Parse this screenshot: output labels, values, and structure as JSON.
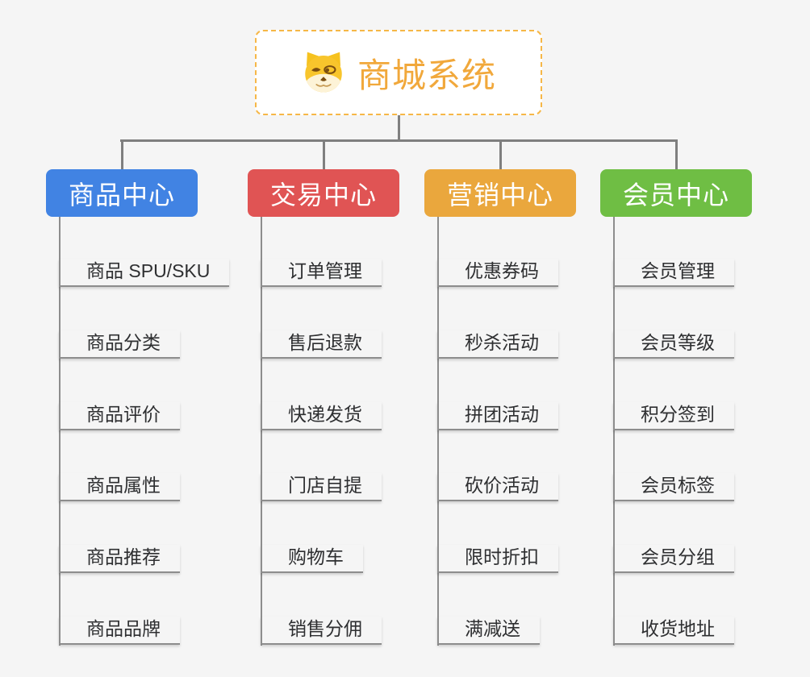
{
  "root": {
    "title": "商城系统",
    "icon": "doge-icon",
    "title_color": "#f1a83b",
    "border_color": "#f6b747"
  },
  "colors": {
    "background": "#f5f5f5",
    "connector": "#7f7f7f",
    "item_line": "#8d8d8d",
    "item_text": "#2e2f31"
  },
  "branches": [
    {
      "label": "商品中心",
      "color": "#4183e3",
      "items": [
        "商品 SPU/SKU",
        "商品分类",
        "商品评价",
        "商品属性",
        "商品推荐",
        "商品品牌"
      ]
    },
    {
      "label": "交易中心",
      "color": "#e05454",
      "items": [
        "订单管理",
        "售后退款",
        "快递发货",
        "门店自提",
        "购物车",
        "销售分佣"
      ]
    },
    {
      "label": "营销中心",
      "color": "#eaa73d",
      "items": [
        "优惠券码",
        "秒杀活动",
        "拼团活动",
        "砍价活动",
        "限时折扣",
        "满减送"
      ]
    },
    {
      "label": "会员中心",
      "color": "#6fbe44",
      "items": [
        "会员管理",
        "会员等级",
        "积分签到",
        "会员标签",
        "会员分组",
        "收货地址"
      ]
    }
  ]
}
